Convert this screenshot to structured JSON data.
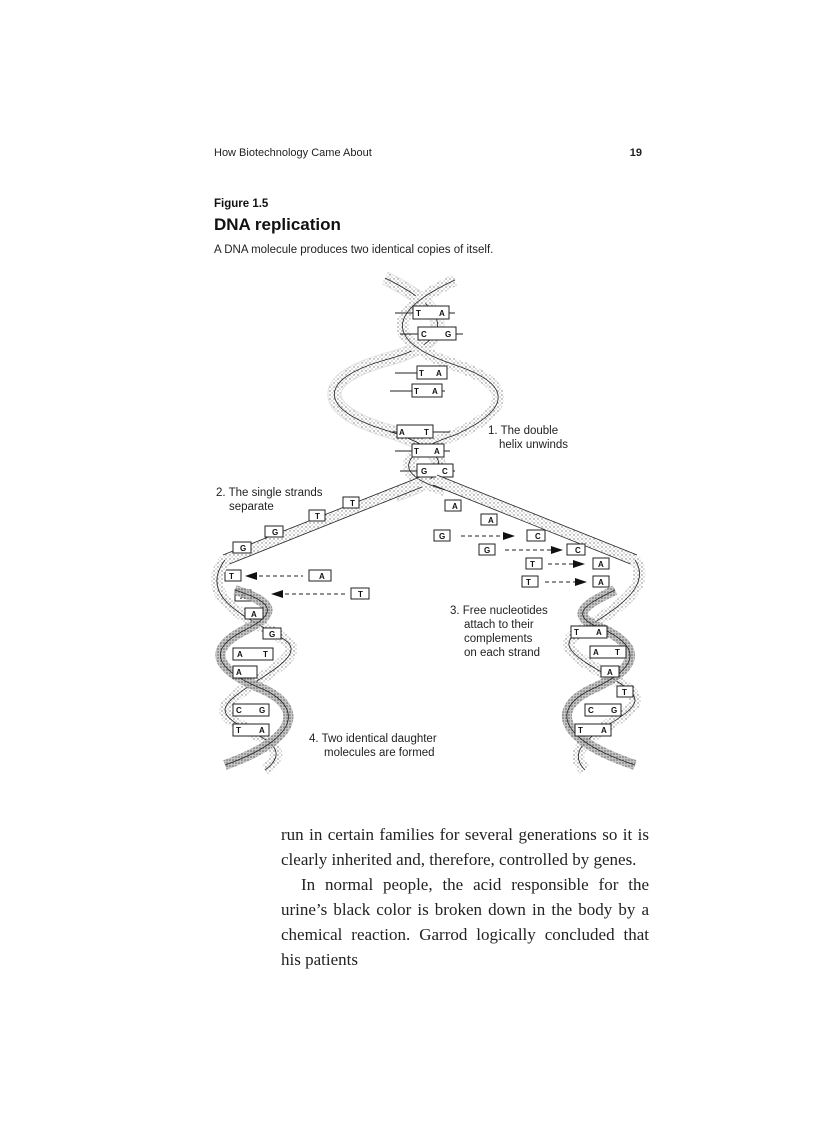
{
  "header": {
    "running_title": "How Biotechnology Came About",
    "page_number": "19"
  },
  "figure": {
    "label": "Figure 1.5",
    "title": "DNA replication",
    "caption": "A DNA molecule produces two identical copies of itself.",
    "callouts": {
      "step1_line1": "1. The double",
      "step1_line2": "helix unwinds",
      "step2_line1": "2. The single strands",
      "step2_line2": "separate",
      "step3_line1": "3. Free nucleotides",
      "step3_line2": "attach to their",
      "step3_line3": "complements",
      "step3_line4": "on each strand",
      "step4_line1": "4. Two identical daughter",
      "step4_line2": "molecules are formed"
    },
    "bases": {
      "T": "T",
      "A": "A",
      "C": "C",
      "G": "G"
    }
  },
  "body": {
    "paragraph1": "run in certain families for several generations so it is clearly inherited and, therefore, controlled by genes.",
    "paragraph2": "In normal people, the acid responsible for the urine’s black color is broken down in the body by a chemical reaction. Garrod logically concluded that his patients"
  }
}
